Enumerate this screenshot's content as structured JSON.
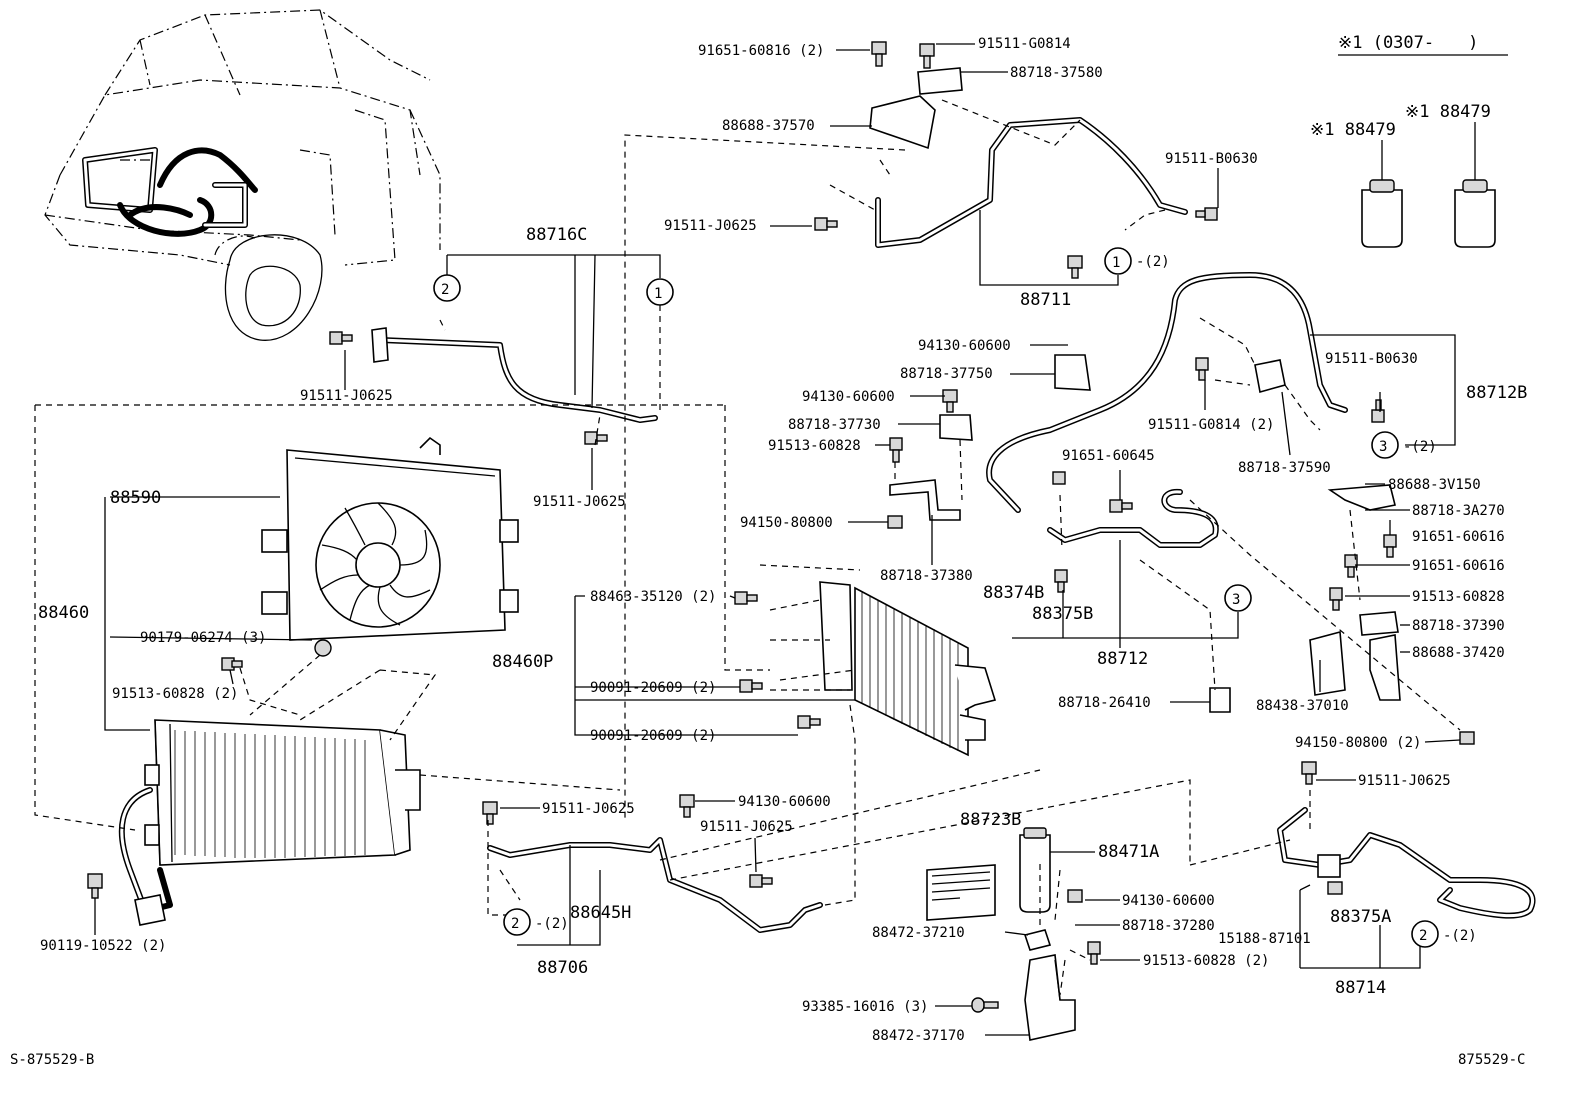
{
  "note": "※1 (0307-　　)",
  "footer": {
    "left": "S-875529-B",
    "right": "875529-C"
  },
  "circles": {
    "one": "1",
    "two": "2",
    "three": "3"
  },
  "labels": {
    "p91651_60816": "91651-60816 (2)",
    "p91511_G0814_top": "91511-G0814",
    "p88718_37580": "88718-37580",
    "p88688_37570": "88688-37570",
    "p91511_J0625_a": "91511-J0625",
    "p91511_B0630_a": "91511-B0630",
    "qty_2a": "-(2)",
    "p88711": "88711",
    "p88716C": "88716C",
    "p91511_J0625_b": "91511-J0625",
    "p91511_J0625_c": "91511-J0625",
    "p94130_60600_a": "94130-60600",
    "p88718_37750": "88718-37750",
    "p94130_60600_b": "94130-60600",
    "p88718_37730": "88718-37730",
    "p91513_60828_a": "91513-60828",
    "p94150_80800_a": "94150-80800",
    "p88718_37380": "88718-37380",
    "p91511_B0630_b": "91511-B0630",
    "p88712B": "88712B",
    "p91511_G0814_b": "91511-G0814 (2)",
    "qty_3a": "-(2)",
    "p88718_37590": "88718-37590",
    "p91651_60645": "91651-60645",
    "p88688_3V150": "88688-3V150",
    "p88718_3A270": "88718-3A270",
    "p91651_60616_a": "91651-60616",
    "p91651_60616_b": "91651-60616",
    "p88374B": "88374B",
    "p88375B": "88375B",
    "p88712": "88712",
    "p91513_60828_b": "91513-60828",
    "p88718_37390": "88718-37390",
    "p88688_37420": "88688-37420",
    "p88438_37010": "88438-37010",
    "p88718_26410": "88718-26410",
    "p94150_80800_b": "94150-80800 (2)",
    "p88590": "88590",
    "p88460": "88460",
    "p90179_06274": "90179-06274 (3)",
    "p91513_60828_c": "91513-60828 (2)",
    "p88463_35120": "88463-35120 (2)",
    "p88460P": "88460P",
    "p90091_20609_a": "90091-20609 (2)",
    "p90091_20609_b": "90091-20609 (2)",
    "p91511_J0625_d": "91511-J0625",
    "p94130_60600_c": "94130-60600",
    "p91511_J0625_e": "91511-J0625",
    "p88645H": "88645H",
    "qty_2b": "-(2)",
    "p88706": "88706",
    "p90119_10522": "90119-10522 (2)",
    "p88723B": "88723B",
    "p88471A": "88471A",
    "p94130_60600_d": "94130-60600",
    "p88718_37280": "88718-37280",
    "p88472_37210": "88472-37210",
    "p91513_60828_d": "91513-60828 (2)",
    "p93385_16016": "93385-16016 (3)",
    "p88472_37170": "88472-37170",
    "p91511_J0625_f": "91511-J0625",
    "p88375A": "88375A",
    "p15188_87101": "15188-87101",
    "qty_2c": "-(2)",
    "p88714": "88714",
    "p88479_a": "※1 88479",
    "p88479_b": "※1 88479"
  }
}
